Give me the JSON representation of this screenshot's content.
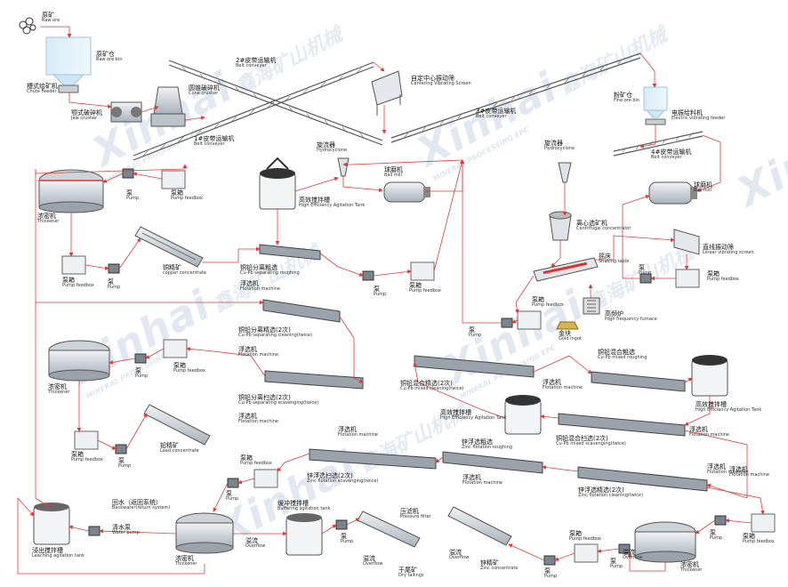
{
  "watermark": {
    "brand": "Xinhai",
    "cn": "鑫海矿山机械",
    "sub": "MINERAL PROCESSING EPC"
  },
  "labels": {
    "raw_ore": {
      "zh": "原矿",
      "en": "Raw ore"
    },
    "raw_ore_bin": {
      "zh": "原矿仓",
      "en": "Raw ore bin"
    },
    "chute_feeder": {
      "zh": "槽式给矿机",
      "en": "Chute Feeder"
    },
    "cone_crusher": {
      "zh": "圆锥破碎机",
      "en": "Cone crusher"
    },
    "belt2": {
      "zh": "2#皮带运输机",
      "en": "Belt conveyer"
    },
    "jaw_crusher": {
      "zh": "颚式破碎机",
      "en": "Jaw crusher"
    },
    "belt1": {
      "zh": "1#皮带运输机",
      "en": "Belt conveyer"
    },
    "centering_screen": {
      "zh": "自定中心振动筛",
      "en": "Centering Vibrating Screen"
    },
    "belt3": {
      "zh": "3#皮带运输机",
      "en": "Belt conveyer"
    },
    "fine_ore_bin": {
      "zh": "粉矿仓",
      "en": "Fine ore bin"
    },
    "electric_feeder": {
      "zh": "电振给料机",
      "en": "Electric vibrating feeder"
    },
    "belt4": {
      "zh": "4#皮带运输机",
      "en": "Belt conveyer"
    },
    "thickener_1": {
      "zh": "浓密机",
      "en": "Thickener"
    },
    "pump_1": {
      "zh": "泵",
      "en": "Pump"
    },
    "pump_feedbox_1": {
      "zh": "泵箱",
      "en": "Pump feedbox"
    },
    "hydrocyclone_1": {
      "zh": "旋流器",
      "en": "Hydrocyclone"
    },
    "ball_mill_1": {
      "zh": "球磨机",
      "en": "Ball mill"
    },
    "agitation_tank_1": {
      "zh": "高效搅拌槽",
      "en": "High Efficiency Agitation Tank"
    },
    "hydrocyclone_2": {
      "zh": "旋流器",
      "en": "Hydrocyclone"
    },
    "ball_mill_2": {
      "zh": "球磨机",
      "en": "Ball mill"
    },
    "centrifugal": {
      "zh": "离心选矿机",
      "en": "Centrifugal concentrator"
    },
    "linear_screen": {
      "zh": "直线振动筛",
      "en": "Linear vibrating screen"
    },
    "shaking_table": {
      "zh": "摇床",
      "en": "Shaking table"
    },
    "pump_feedbox_2": {
      "zh": "泵箱",
      "en": "Pump feedbox"
    },
    "pump_feedbox_3": {
      "zh": "泵箱",
      "en": "Pump feedbox"
    },
    "pump_2": {
      "zh": "泵",
      "en": "Pump"
    },
    "pump_3": {
      "zh": "泵",
      "en": "Pump"
    },
    "pump_feedbox_4": {
      "zh": "泵箱",
      "en": "Pump feedbox"
    },
    "copper_conc": {
      "zh": "铜精矿",
      "en": "copper concentrate"
    },
    "cupb_roughing": {
      "zh": "铜铅分离粗选",
      "en": "Cu-Pb separating roughing"
    },
    "flotation_1": {
      "zh": "浮选机",
      "en": "Flotation machine"
    },
    "cupb_cleaning": {
      "zh": "铜铅分离精选(2次)",
      "en": "Cu-Pb separating cleaning(twice)"
    },
    "flotation_2": {
      "zh": "浮选机",
      "en": "Flotation machine"
    },
    "cupb_scavenging": {
      "zh": "铜铅分离扫选(2次)",
      "en": "Cu-Pb separating scavenging(twice)"
    },
    "flotation_3": {
      "zh": "浮选机",
      "en": "Flotation machine"
    },
    "pump_4": {
      "zh": "泵",
      "en": "Pump"
    },
    "pump_feedbox_5": {
      "zh": "泵箱",
      "en": "Pump feedbox"
    },
    "pump_5": {
      "zh": "泵",
      "en": "Pump"
    },
    "pump_feedbox_6": {
      "zh": "泵箱",
      "en": "Pump feedbox"
    },
    "high_freq_furnace": {
      "zh": "高频炉",
      "en": "High frequency furnace"
    },
    "gold_ingot": {
      "zh": "金块",
      "en": "Gold ingot"
    },
    "pump_6": {
      "zh": "泵",
      "en": "Pump"
    },
    "thickener_2": {
      "zh": "浓密机",
      "en": "Thickener"
    },
    "pump_7": {
      "zh": "泵",
      "en": "Pump"
    },
    "pump_feedbox_7": {
      "zh": "泵箱",
      "en": "Pump feedbox"
    },
    "cupb_mixed_cleaning": {
      "zh": "铜铅混合精选(2次)",
      "en": "Cu-Pb mixed cleaning(twice)"
    },
    "flotation_4": {
      "zh": "浮选机",
      "en": "Flotation machine"
    },
    "cupb_mixed_roughing": {
      "zh": "铜铅混合粗选",
      "en": "Cu-Pb mixed roughing"
    },
    "agitation_tank_2": {
      "zh": "高效搅拌槽",
      "en": "High Efficiency Agitation Tank"
    },
    "flotation_5": {
      "zh": "浮选机",
      "en": "Flotation machine"
    },
    "agitation_tank_3": {
      "zh": "高效搅拌槽",
      "en": "High Efficiency Agitation Tank"
    },
    "zinc_roughing": {
      "zh": "锌浮选粗选",
      "en": "Zinc flotation roughing"
    },
    "cupb_mixed_scavenging": {
      "zh": "铜铅混合扫选(2次)",
      "en": "Cu-Pb mixed scavenging(twice)"
    },
    "flotation_6": {
      "zh": "浮选机",
      "en": "Flotation machine"
    },
    "pump_feedbox_8": {
      "zh": "泵箱",
      "en": "Pump feedbox"
    },
    "pump_8": {
      "zh": "泵",
      "en": "Pump"
    },
    "lead_conc": {
      "zh": "铅精矿",
      "en": "Lead concentrate"
    },
    "flotation_7": {
      "zh": "浮选机",
      "en": "Flotation machine"
    },
    "pump_feedbox_9": {
      "zh": "泵箱",
      "en": "Pump feedbox"
    },
    "zinc_scavenging": {
      "zh": "锌浮选扫选(2次)",
      "en": "Zinc flotation scavenging(twice)"
    },
    "flotation_8": {
      "zh": "浮选机",
      "en": "Flotation machine"
    },
    "flotation_9": {
      "zh": "浮选机",
      "en": "Flotation machine"
    },
    "zinc_cleaning": {
      "zh": "锌浮选精选(2次)",
      "en": "Zinc flotation cleaning(twice)"
    },
    "pump_9": {
      "zh": "泵",
      "en": "Pump"
    },
    "backwater": {
      "zh": "回水（返回系统）",
      "en": "Backwater(return system)"
    },
    "water_pump": {
      "zh": "清水泵",
      "en": "Water pump"
    },
    "buffering_tank": {
      "zh": "缓冲搅拌槽",
      "en": "Buffering agitation tank"
    },
    "pressure_filter": {
      "zh": "压滤机",
      "en": "Pressure filter"
    },
    "pump_feedbox_10": {
      "zh": "泵箱",
      "en": "Pump feedbox"
    },
    "pump_feedbox_11": {
      "zh": "泵箱",
      "en": "Pump feedbox"
    },
    "pump_10": {
      "zh": "泵",
      "en": "Pump"
    },
    "pump_11": {
      "zh": "泵",
      "en": "Pump"
    },
    "leaching_tank": {
      "zh": "浸出搅拌槽",
      "en": "Leaching agitation tank"
    },
    "thickener_3": {
      "zh": "浓密机",
      "en": "Thickener"
    },
    "overflow_1": {
      "zh": "溢流",
      "en": "Overflow"
    },
    "pump_12": {
      "zh": "泵",
      "en": "Pump"
    },
    "overflow_2": {
      "zh": "溢流",
      "en": "Overflow"
    },
    "dry_tailings": {
      "zh": "干尾矿",
      "en": "Dry tailings"
    },
    "overflow_3": {
      "zh": "溢流",
      "en": "Overflow"
    },
    "zinc_conc": {
      "zh": "锌精矿",
      "en": "Zinc concentrate"
    },
    "pump_13": {
      "zh": "泵",
      "en": "Pump"
    },
    "overflow_4": {
      "zh": "溢流",
      "en": "Overflow"
    },
    "thickener_4": {
      "zh": "浓密机",
      "en": "Thickener"
    }
  }
}
